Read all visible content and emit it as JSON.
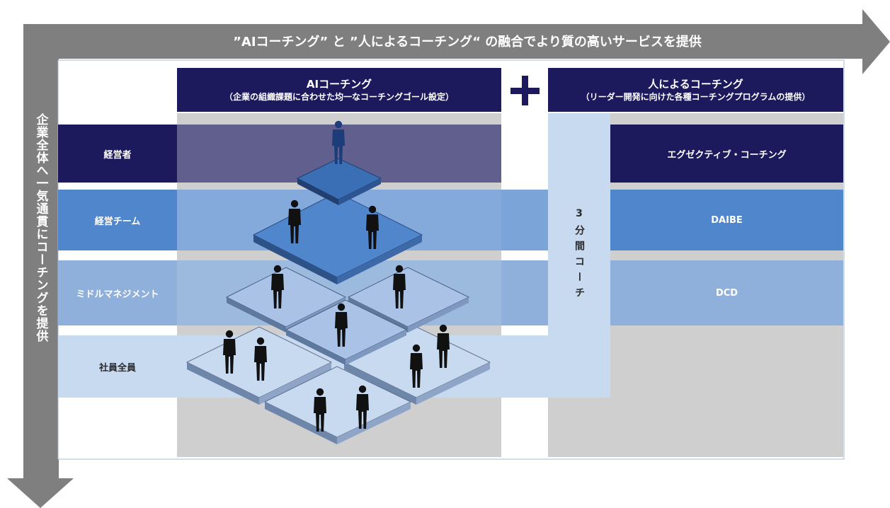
{
  "banner": {
    "text": "”AIコーチング” と ”人によるコーチング“ の融合でより質の高いサービスを提供"
  },
  "side_banner": {
    "text": "企業全体へ一気通貫にコーチングを提供"
  },
  "ai_header": {
    "title": "AIコーチング",
    "subtitle": "（企業の組織課題に合わせた均一なコーチングゴール設定）"
  },
  "plus": "+",
  "human_header": {
    "title": "人によるコーチング",
    "subtitle": "（リーダー開発に向けた各種コーチングプログラムの提供）"
  },
  "rows": [
    {
      "label": "経営者",
      "program": "エグゼクティブ・コーチング"
    },
    {
      "label": "経営チーム",
      "program": "DAIBE"
    },
    {
      "label": "ミドルマネジメント",
      "program": "DCD"
    },
    {
      "label": "社員全員",
      "program": ""
    }
  ],
  "three_min_coach": "3分間コーチ",
  "colors": {
    "arrow": "#7f7f7f",
    "row1": "#1c1a5c",
    "row2": "#4f86cc",
    "row3": "#8fb0da",
    "row4": "#c8daf0",
    "gray": "#cfcfcf",
    "tile": "#4f86cc",
    "person": "#111111"
  }
}
